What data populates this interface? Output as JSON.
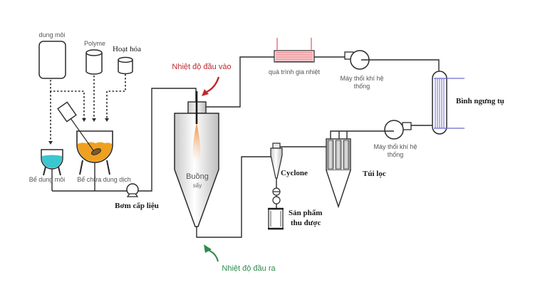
{
  "title": "Sơ đồ quy trình sấy phun",
  "colors": {
    "line": "#2b2b2b",
    "solvent_liquid": "#3cc6cf",
    "solution_liquid": "#f0a020",
    "heater": "#e05560",
    "condenser_tubes": "#6a6acf",
    "inlet_arrow": "#c0282d",
    "outlet_arrow": "#2e8b4a",
    "flame": "#f08a3a"
  },
  "labels": {
    "solvent_tank": "dung môi",
    "polymer": "Polyme",
    "activator": "Hoạt hóa",
    "solvent_basin": "Bể dung môi",
    "solution_tank": "Bể chứa dung dịch",
    "feed_pump": "Bơm cấp liệu",
    "inlet_temp": "Nhiệt độ đầu vào",
    "drying_chamber_line1": "Buồng",
    "drying_chamber_line2": "sấy",
    "outlet_temp": "Nhiệt độ đầu ra",
    "heating": "quá trình gia nhiệt",
    "blower_top_line1": "Máy thổi khí hệ",
    "blower_top_line2": "thống",
    "condenser": "Bình ngưng tụ",
    "blower_mid_line1": "Máy thổi khí hệ",
    "blower_mid_line2": "thống",
    "bag_filter": "Túi lọc",
    "cyclone": "Cyclone",
    "product_line1": "Sản phẩm",
    "product_line2": "thu được"
  }
}
